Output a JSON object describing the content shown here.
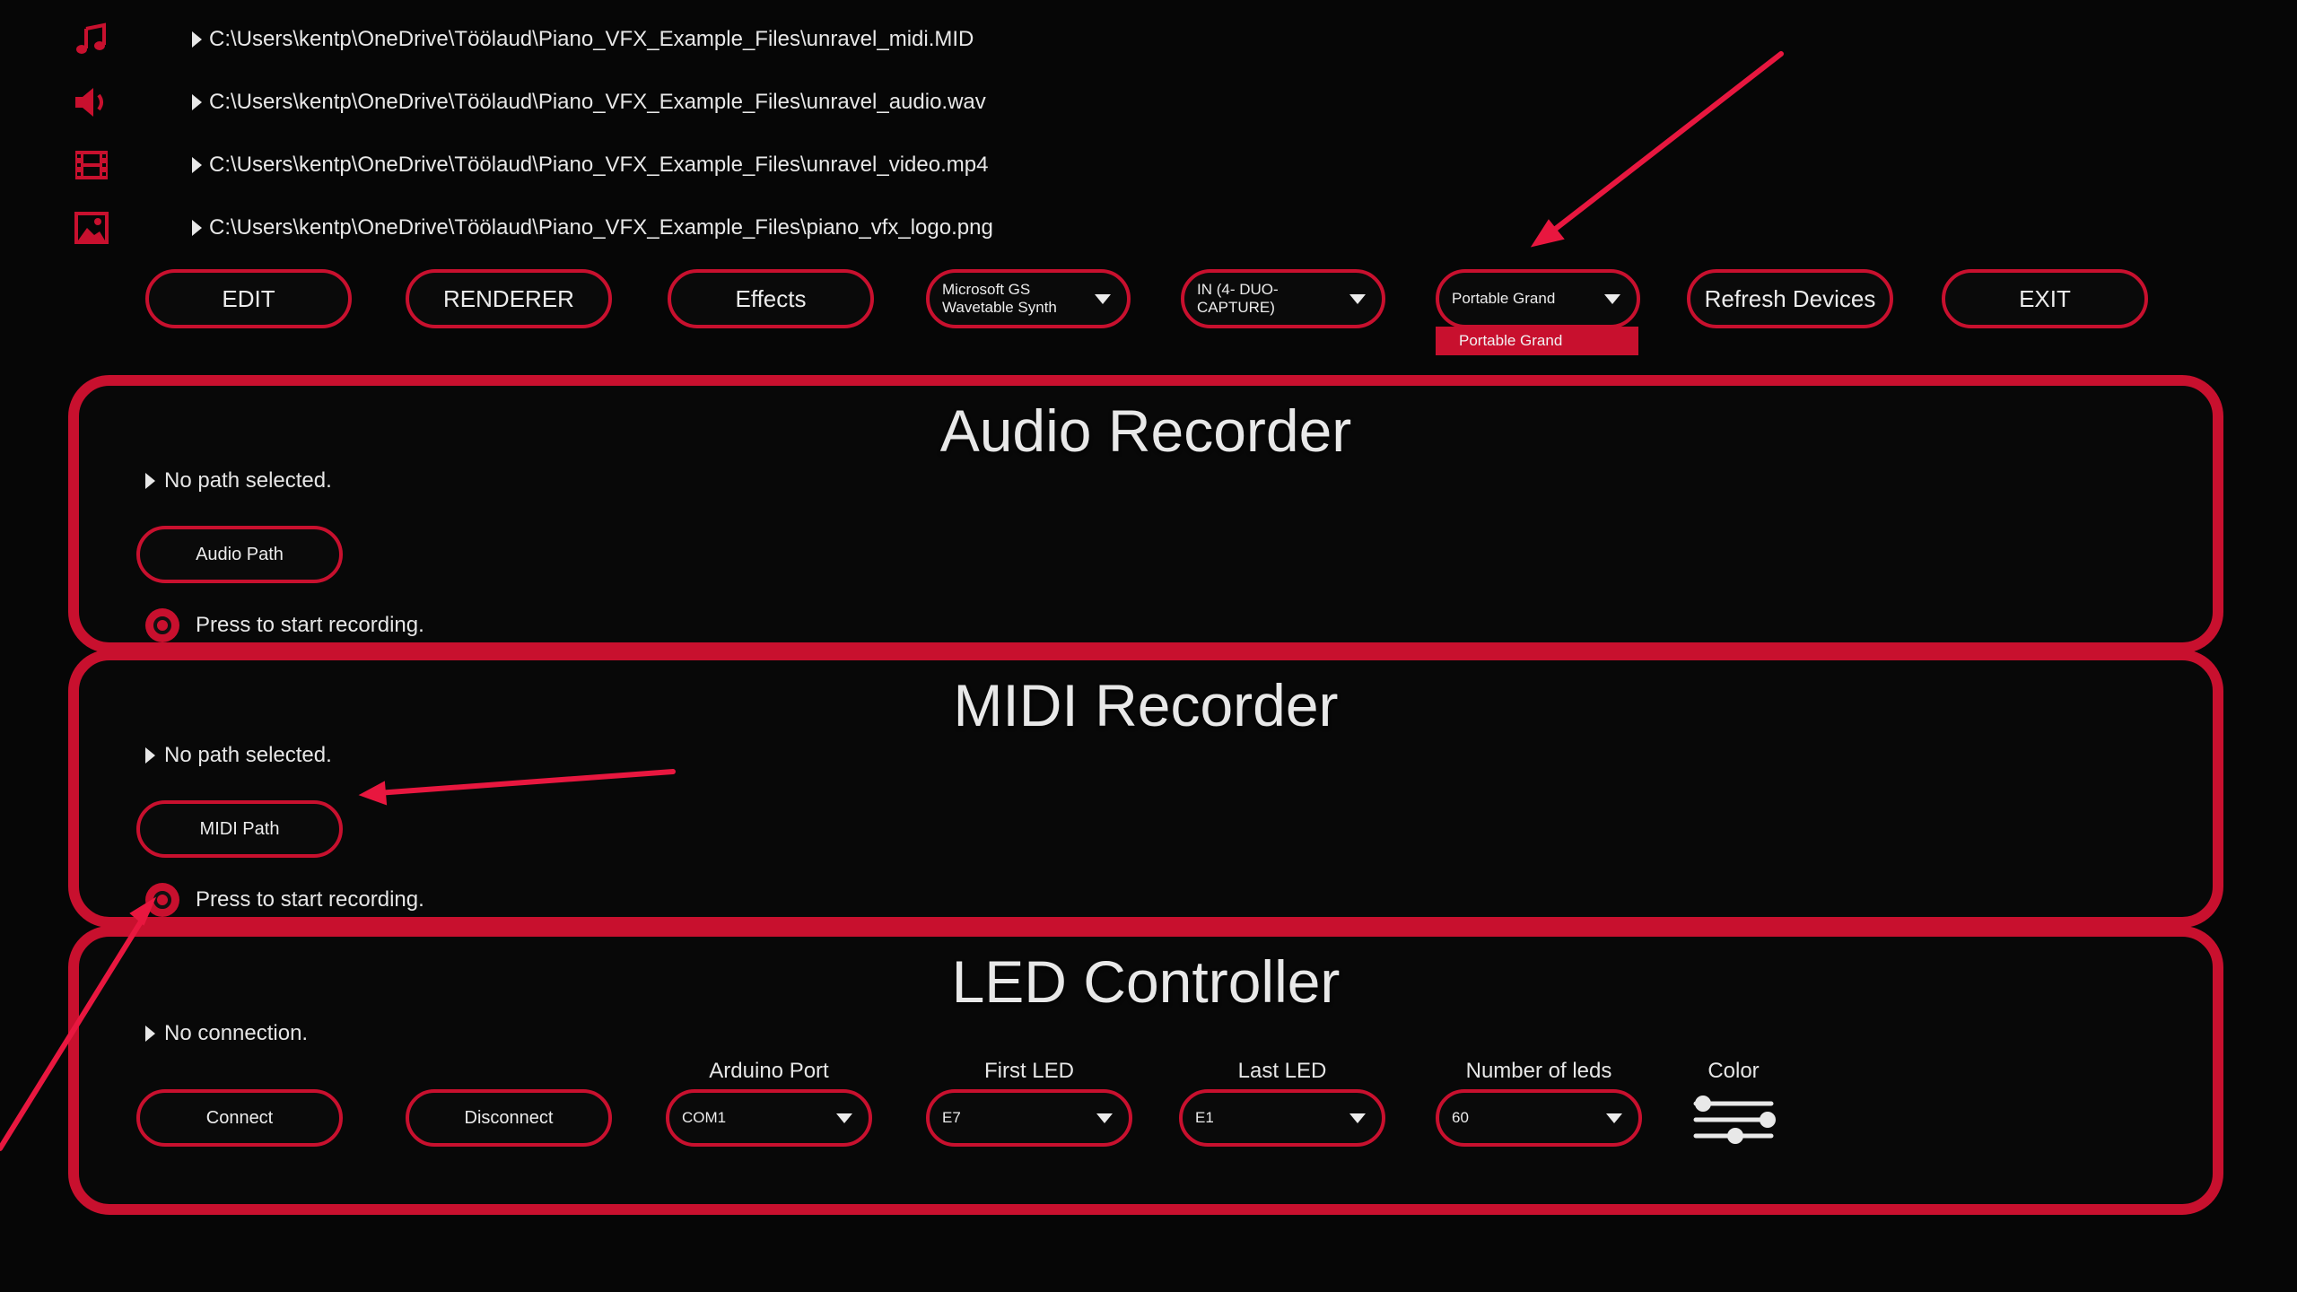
{
  "files": [
    {
      "icon": "music-note-icon",
      "path": "C:\\Users\\kentp\\OneDrive\\Töölaud\\Piano_VFX_Example_Files\\unravel_midi.MID"
    },
    {
      "icon": "speaker-icon",
      "path": "C:\\Users\\kentp\\OneDrive\\Töölaud\\Piano_VFX_Example_Files\\unravel_audio.wav"
    },
    {
      "icon": "film-icon",
      "path": "C:\\Users\\kentp\\OneDrive\\Töölaud\\Piano_VFX_Example_Files\\unravel_video.mp4"
    },
    {
      "icon": "image-icon",
      "path": "C:\\Users\\kentp\\OneDrive\\Töölaud\\Piano_VFX_Example_Files\\piano_vfx_logo.png"
    }
  ],
  "toolbar": {
    "edit_label": "EDIT",
    "renderer_label": "RENDERER",
    "effects_label": "Effects",
    "midi_output_selected": "Microsoft GS Wavetable Synth",
    "midi_input_selected": "IN (4- DUO-CAPTURE)",
    "instrument_selected": "Portable Grand",
    "instrument_options_open": [
      "Portable Grand"
    ],
    "refresh_label": "Refresh Devices",
    "exit_label": "EXIT"
  },
  "audio_recorder": {
    "title": "Audio Recorder",
    "path_status": "No path selected.",
    "path_button": "Audio Path",
    "record_status": "Press to start recording."
  },
  "midi_recorder": {
    "title": "MIDI Recorder",
    "path_status": "No path selected.",
    "path_button": "MIDI Path",
    "record_status": "Press to start recording."
  },
  "led_controller": {
    "title": "LED Controller",
    "connection_status": "No connection.",
    "connect_label": "Connect",
    "disconnect_label": "Disconnect",
    "arduino_port_label": "Arduino Port",
    "arduino_port_value": "COM1",
    "first_led_label": "First LED",
    "first_led_value": "E7",
    "last_led_label": "Last LED",
    "last_led_value": "E1",
    "num_leds_label": "Number of leds",
    "num_leds_value": "60",
    "color_label": "Color"
  },
  "colors": {
    "accent": "#c8102e",
    "annotation": "#e8173f",
    "background": "#060606",
    "text": "#e6e6e6"
  }
}
